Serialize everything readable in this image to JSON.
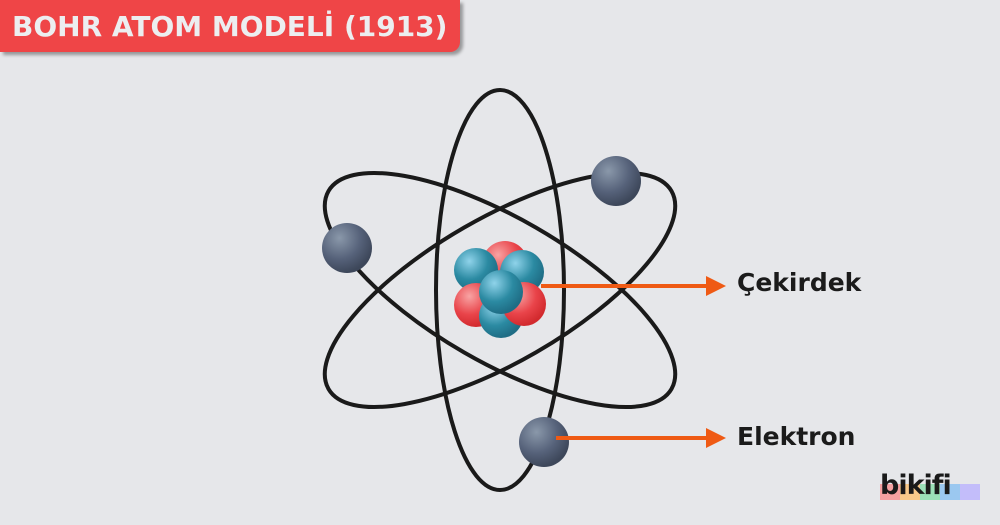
{
  "title": "BOHR ATOM MODELİ (1913)",
  "labels": {
    "nucleus": "Çekirdek",
    "electron": "Elektron"
  },
  "logo": "bikifi",
  "colors": {
    "title_bg": "#ef4547",
    "arrow": "#ef5a14",
    "proton": "#e33b3e",
    "neutron": "#2b8aa2",
    "electron": "#4e5a6a"
  }
}
